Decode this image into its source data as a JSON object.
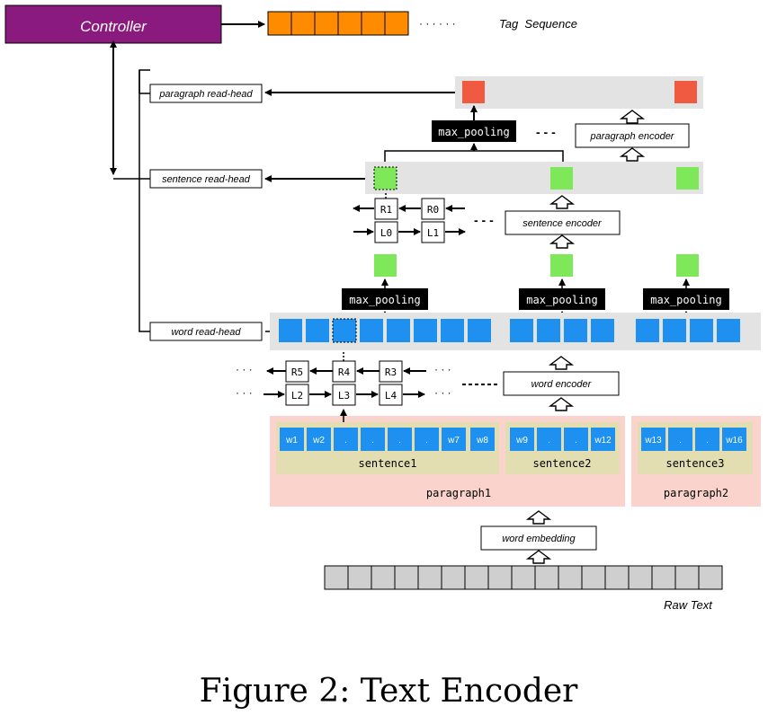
{
  "controller": {
    "label": "Controller"
  },
  "tag_sequence": {
    "label": "Tag  Sequence",
    "dots": "· · · · · ·"
  },
  "read_heads": {
    "paragraph": "paragraph read-head",
    "sentence": "sentence read-head",
    "word": "word read-head"
  },
  "encoders": {
    "paragraph": "paragraph encoder",
    "sentence": "sentence encoder",
    "word": "word encoder",
    "embedding": "word embedding"
  },
  "max_pooling": "max_pooling",
  "rnn_cells": {
    "sentence_upper": [
      "R1",
      "R0"
    ],
    "sentence_lower": [
      "L0",
      "L1"
    ],
    "word_upper": [
      "R5",
      "R4",
      "R3"
    ],
    "word_lower": [
      "L2",
      "L3",
      "L4"
    ]
  },
  "dots": {
    "short": "· · ·",
    "mid": "- - -"
  },
  "words": {
    "sentence1": [
      "w1",
      "w2",
      ".",
      ".",
      ".",
      ".",
      "w7",
      "w8"
    ],
    "sentence2": [
      "w9",
      ".",
      ".",
      "w12"
    ],
    "sentence3": [
      "w13",
      ".",
      ".",
      "w16"
    ]
  },
  "sentences": [
    "sentence1",
    "sentence2",
    "sentence3"
  ],
  "paragraphs": [
    "paragraph1",
    "paragraph2"
  ],
  "raw_text": "Raw Text",
  "caption": "Figure 2: Text Encoder",
  "colors": {
    "controller": "#8B1A7E",
    "tag": "#FF8C00",
    "red": "#F05A40",
    "green": "#7EE85A",
    "blue": "#1E90F0",
    "gray_band": "#E3E3E3",
    "paragraph_bg": "#FAD4CC",
    "sentence_bg": "#E2DEB2",
    "raw": "#CFCFCF"
  }
}
